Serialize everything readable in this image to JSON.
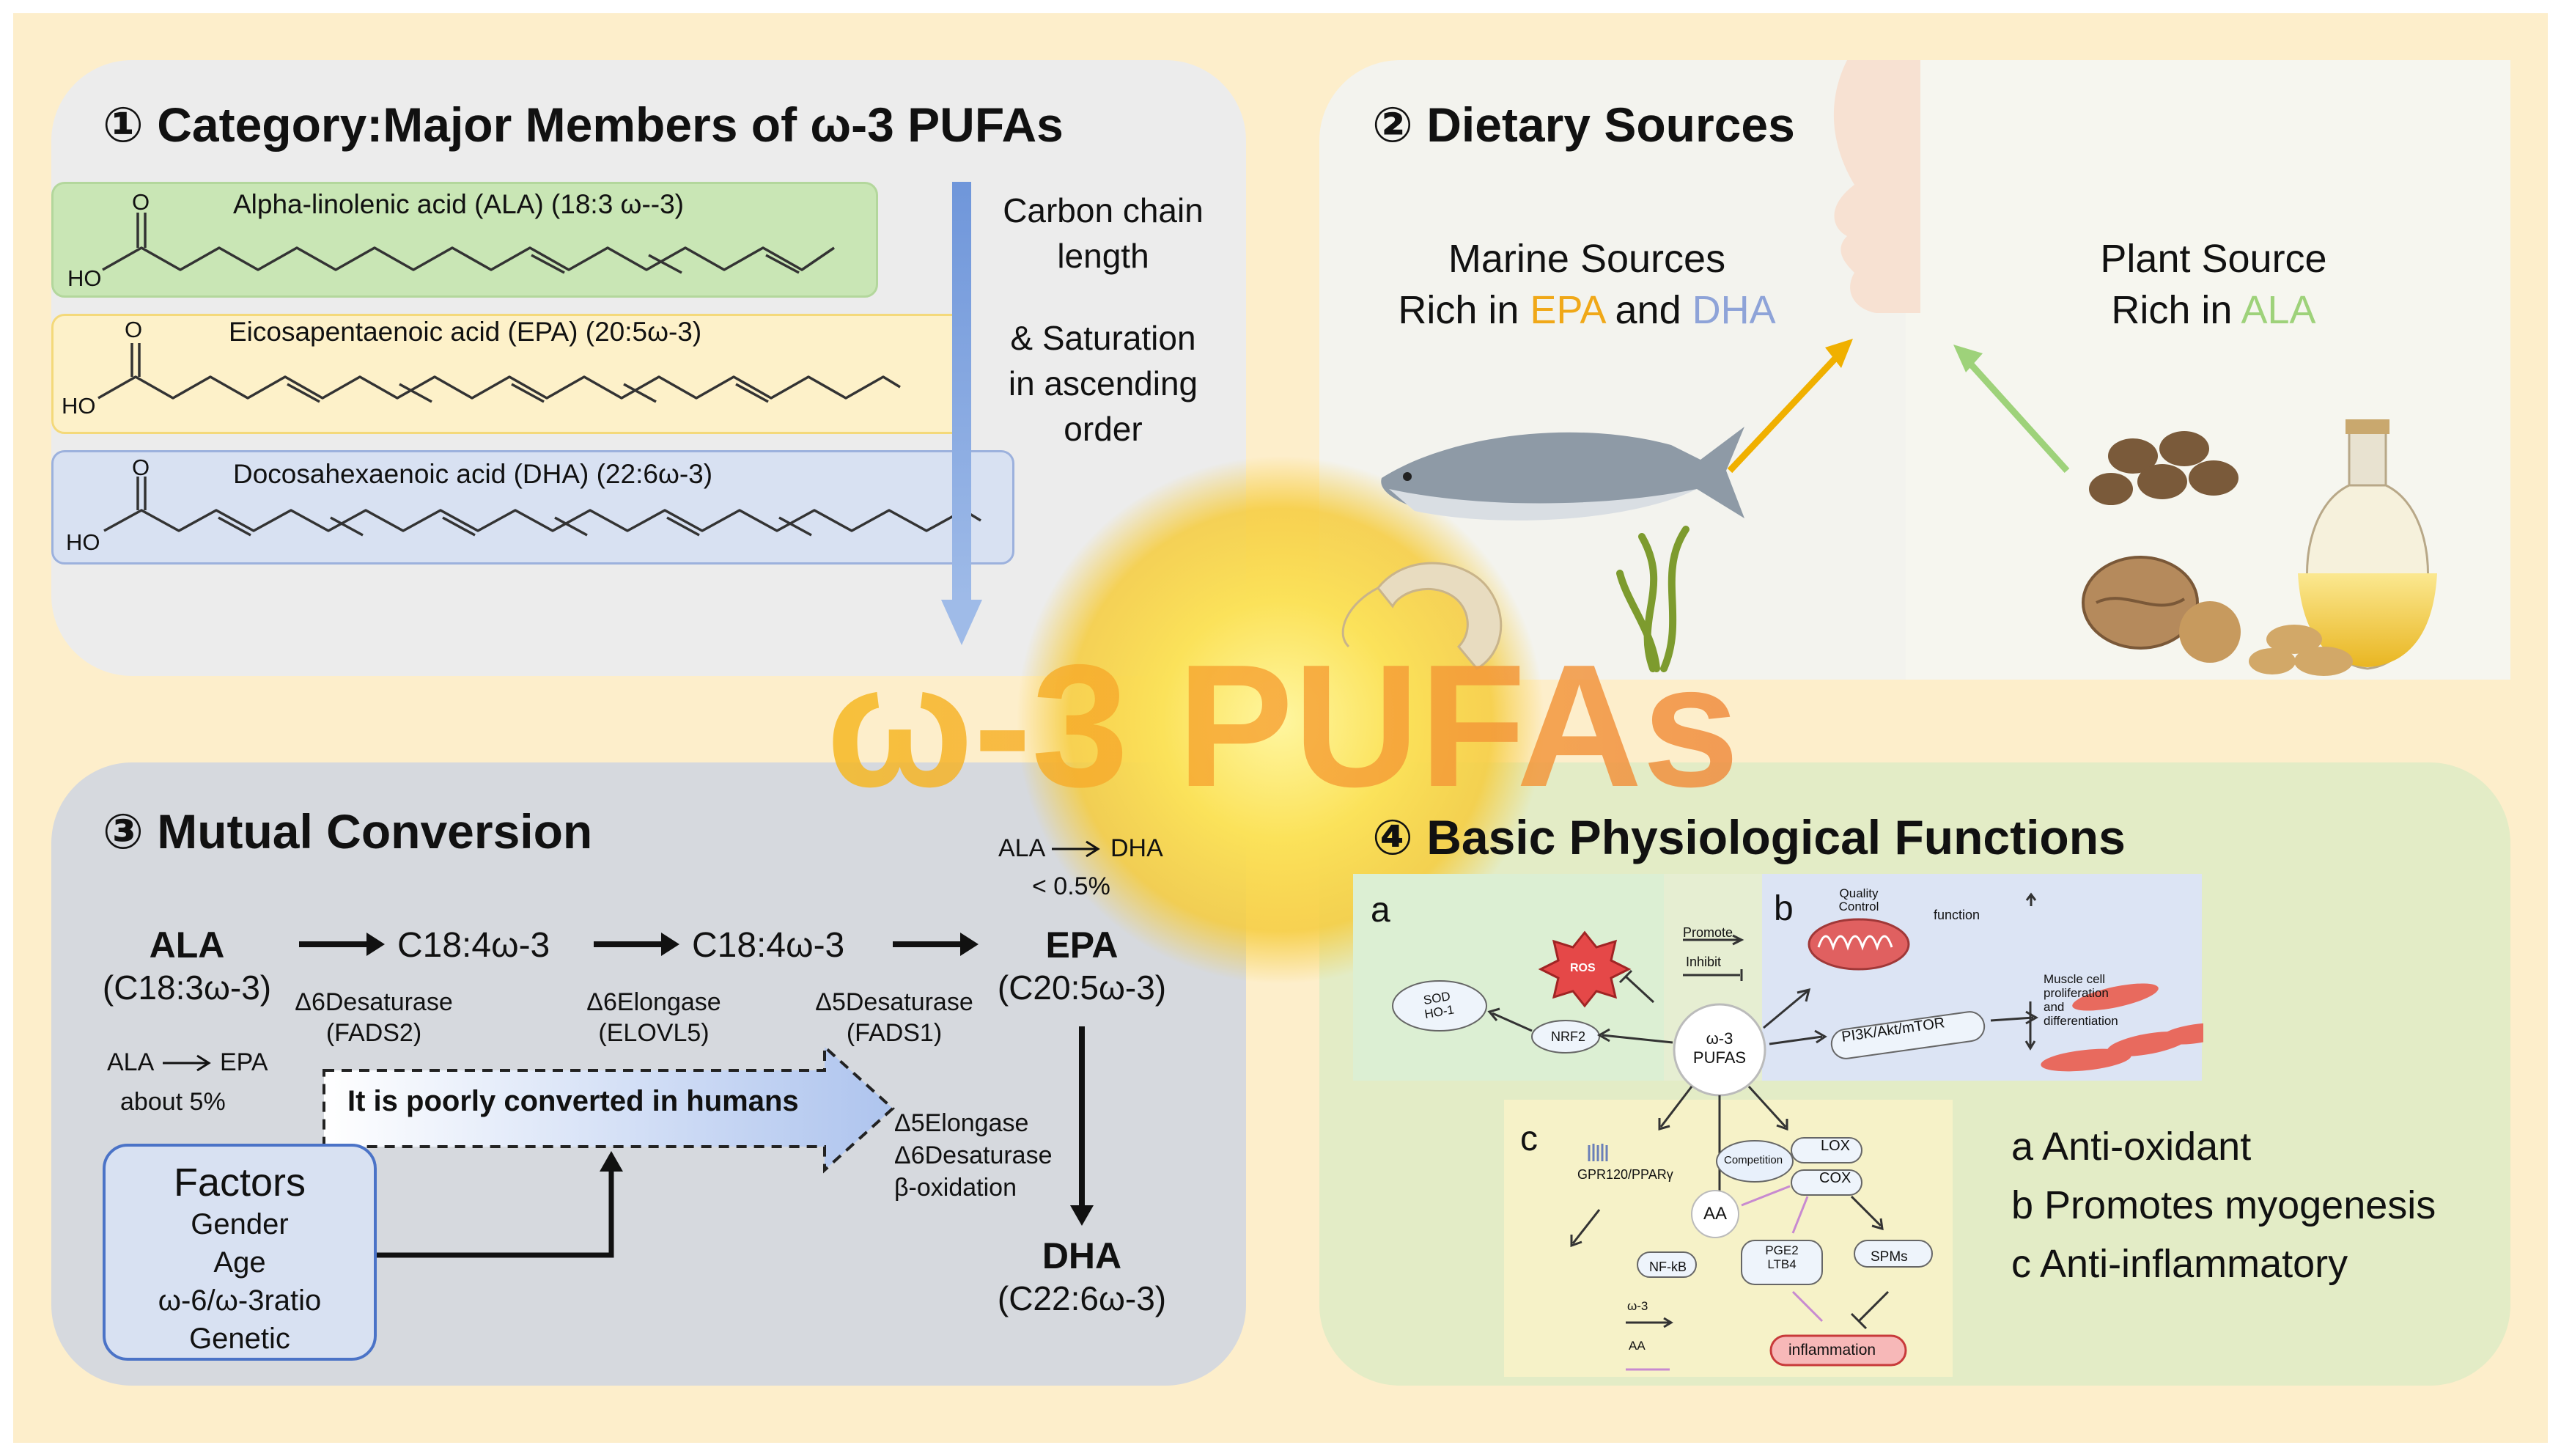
{
  "center_title": "ω-3 PUFAs",
  "panel1": {
    "title": "① Category:Major Members of ω-3 PUFAs",
    "molecules": [
      {
        "name": "Alpha-linolenic acid (ALA) (18:3 ω--3)",
        "label_o": "O",
        "label_ho": "HO"
      },
      {
        "name": "Eicosapentaenoic acid  (EPA)  (20:5ω-3)",
        "label_o": "O",
        "label_ho": "HO"
      },
      {
        "name": "Docosahexaenoic acid  (DHA)  (22:6ω-3)",
        "label_o": "O",
        "label_ho": "HO"
      }
    ],
    "arrow_text": [
      "Carbon chain",
      "length",
      "& Saturation",
      "in ascending",
      "order"
    ]
  },
  "panel2": {
    "title": "② Dietary Sources",
    "marine_line1": "Marine Sources",
    "marine_line2_pre": "Rich in ",
    "marine_epa": "EPA",
    "marine_and": " and ",
    "marine_dha": "DHA",
    "plant_line1": "Plant Source",
    "plant_line2_pre": "Rich in ",
    "plant_ala": "ALA"
  },
  "panel3": {
    "title": "③ Mutual Conversion",
    "ala_name": "ALA",
    "ala_formula": "(C18:3ω-3)",
    "c18_1": "C18:4ω-3",
    "c18_2": "C18:4ω-3",
    "epa_name": "EPA",
    "epa_formula": "(C20:5ω-3)",
    "dha_name": "DHA",
    "dha_formula": "(C22:6ω-3)",
    "enz1": [
      "Δ6Desaturase",
      "(FADS2)"
    ],
    "enz2": [
      "Δ6Elongase",
      "(ELOVL5)"
    ],
    "enz3": [
      "Δ5Desaturase",
      "(FADS1)"
    ],
    "enz4": [
      "Δ5Elongase",
      "Δ6Desaturase",
      "β-oxidation"
    ],
    "ala_dha_left": "ALA",
    "ala_dha_right": "DHA",
    "ala_dha_value": "< 0.5%",
    "ala_epa_left": "ALA",
    "ala_epa_right": "EPA",
    "ala_epa_value": "about 5%",
    "poor_conversion": "It is poorly converted in humans",
    "factors_title": "Factors",
    "factors": [
      "Gender",
      "Age",
      "ω-6/ω-3ratio",
      "Genetic"
    ]
  },
  "panel4": {
    "title": "④ Basic Physiological Functions",
    "sub_a": {
      "label": "a",
      "ros": "ROS",
      "sod": "SOD\nHO-1",
      "nrf2": "NRF2",
      "promote": "Promote",
      "inhibit": "Inhibit"
    },
    "center_node": [
      "ω-3",
      "PUFAS"
    ],
    "sub_b": {
      "label": "b",
      "quality": [
        "Quality",
        "Control"
      ],
      "function": "function",
      "pathway": "PI3K/Akt/mTOR",
      "muscle": [
        "Muscle cell",
        "proliferation",
        "and",
        "differentiation"
      ]
    },
    "sub_c": {
      "label": "c",
      "gpr": "GPR120/PPARγ",
      "nfkb": "NF-kB",
      "competition": "Competition",
      "aa": "AA",
      "lox": "LOX",
      "cox": "COX",
      "pge": [
        "PGE2",
        "LTB4"
      ],
      "spms": "SPMs",
      "inflammation": "inflammation",
      "legend_w3": "ω-3",
      "legend_aa": "AA"
    },
    "functions": [
      "a  Anti-oxidant",
      "b  Promotes myogenesis",
      "c  Anti-inflammatory"
    ]
  },
  "colors": {
    "background": "#fdeecb",
    "panel1_bg": "#ececec",
    "panel2_bg": "#f3f3ee",
    "panel3_bg": "#d6d9de",
    "panel4_bg": "#e3ecc6",
    "ala_box": "#c9e6b5",
    "epa_box": "#fdf1c9",
    "dha_box": "#d8e1f2",
    "epa_text": "#f0a818",
    "dha_text": "#8ea3d8",
    "ala_text": "#9ed27a",
    "title_gradient_a": "#f6b81c",
    "title_gradient_b": "#f08a3c"
  }
}
